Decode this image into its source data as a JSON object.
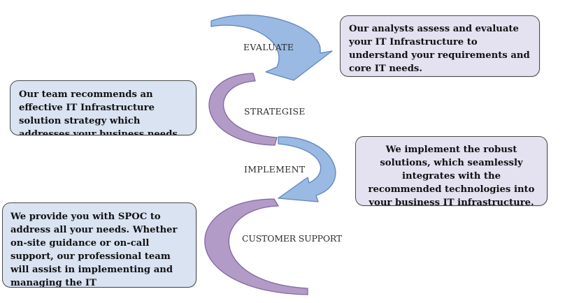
{
  "colors": {
    "blue_arrow_fill": "#9ab9e3",
    "blue_arrow_stroke": "#5f86bf",
    "purple_arc_fill": "#b39bc8",
    "purple_arc_stroke": "#8067a1",
    "box_lavender": "#e4e1f1",
    "box_blue": "#dae3f2"
  },
  "stages": {
    "evaluate": {
      "label": "EVALUATE",
      "description": "Our analysts assess and evaluate your IT Infrastructure to understand your requirements and core IT needs."
    },
    "strategise": {
      "label": "STRATEGISE",
      "description": "Our team recommends an effective IT Infrastructure solution strategy which addresses your business needs."
    },
    "implement": {
      "label": "IMPLEMENT",
      "description": "We implement the robust solutions, which seamlessly integrates with the recommended technologies into your business IT infrastructure."
    },
    "customer_support": {
      "label": "CUSTOMER SUPPORT",
      "description": "We provide you with SPOC to address all your needs. Whether on-site guidance or on-call support, our professional team will assist in implementing and managing the IT"
    }
  }
}
